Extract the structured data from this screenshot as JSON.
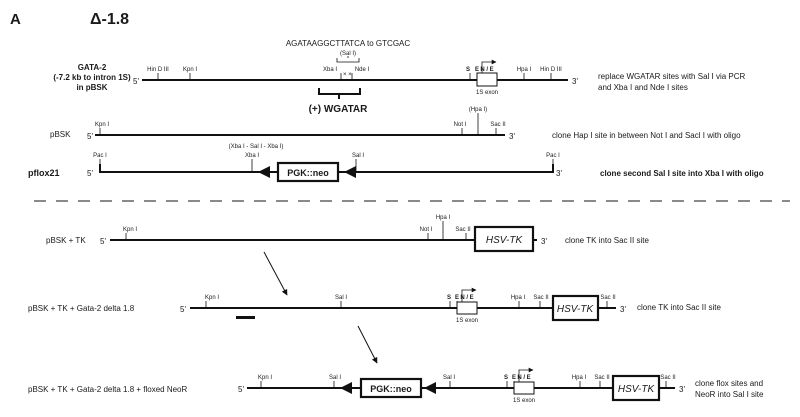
{
  "panel_label": "A",
  "title": "Δ-1.8",
  "end5": "5'",
  "end3": "3'",
  "row1": {
    "seq_label": "AGATAAGGCTTATCA to GTCGAC",
    "sal_label": "(Sal I)",
    "name_lines": [
      "GATA-2",
      "(-7.2 kb to intron 1S)",
      "in pBSK"
    ],
    "sites": [
      "Hin D III",
      "Kpn I",
      "Xba I",
      "Nde I",
      "S",
      "E",
      "Hpa I",
      "Hin D III"
    ],
    "exon_box": "N / E",
    "exon_label": "1S exon",
    "wgatar": "(+) WGATAR",
    "description_lines": [
      "replace WGATAR sites with Sal I via PCR",
      "and Xba I and Nde I sites"
    ]
  },
  "row2": {
    "name": "pBSK",
    "sites": [
      "Kpn I",
      "(Hpa I)",
      "Not I",
      "Sac II"
    ],
    "description": "clone Hap I site in between Not I and Sacl I with oligo"
  },
  "row3": {
    "name": "pflox21",
    "sites": [
      "Pac I",
      "(Xba I - Sal I - Xba I)",
      "Xba I",
      "Sal I",
      "Pac I"
    ],
    "box": "PGK::neo",
    "description": "clone second Sal I site into Xba I with oligo"
  },
  "row4": {
    "name": "pBSK + TK",
    "sites": [
      "Kpn I",
      "Hpa I",
      "Not I",
      "Sac II"
    ],
    "box": "HSV-TK",
    "description": "clone TK into Sac II site"
  },
  "row5": {
    "name": "pBSK + TK + Gata-2 delta 1.8",
    "sites": [
      "Kpn I",
      "Sal I",
      "S",
      "E",
      "Hpa I",
      "Sac II",
      "Sac II"
    ],
    "exon_box": "N / E",
    "exon_label": "1S exon",
    "box": "HSV-TK",
    "description": "clone TK into Sac II site"
  },
  "row6": {
    "name": "pBSK + TK + Gata-2 delta 1.8 + floxed NeoR",
    "sites": [
      "Kpn I",
      "Sal I",
      "Sal I",
      "S",
      "E",
      "Hpa I",
      "Sac II",
      "Sac II"
    ],
    "box_neo": "PGK::neo",
    "exon_box": "N / E",
    "exon_label": "1S exon",
    "box_tk": "HSV-TK",
    "description_lines": [
      "clone flox sites and",
      "NeoR into Sal I site"
    ]
  }
}
